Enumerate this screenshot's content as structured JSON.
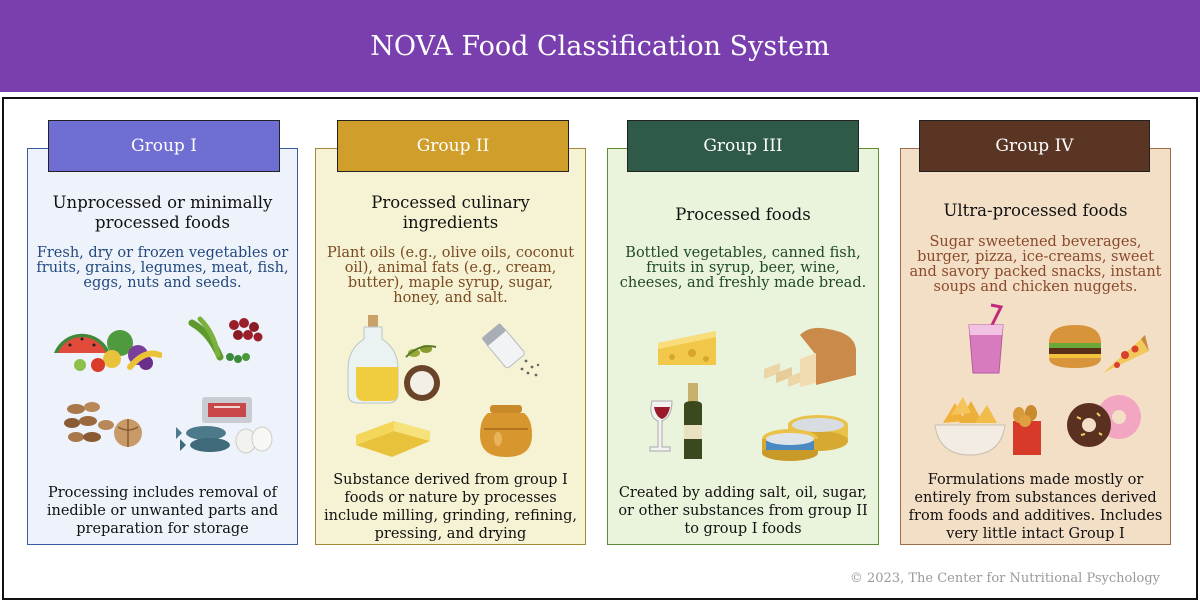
{
  "title": "NOVA Food Classification System",
  "copyright": "© 2023, The Center for Nutritional Psychology",
  "groups": [
    {
      "label": "Group I",
      "heading": "Unprocessed or minimally processed foods",
      "examples": "Fresh, dry or frozen vegetables or fruits, grains, legumes, meat, fish, eggs, nuts and seeds.",
      "note": "Processing includes removal of inedible or unwanted parts and preparation for storage",
      "colors": {
        "tab": "#6f6ed3",
        "bg": "#eef3fb",
        "border": "#3b5ca0",
        "text": "#23497e"
      },
      "icons": [
        "fruits-vegetables-icon",
        "legumes-beans-icon",
        "nuts-icon",
        "meat-fish-eggs-icon"
      ]
    },
    {
      "label": "Group II",
      "heading": "Processed culinary ingredients",
      "examples": "Plant oils (e.g., olive oils, coconut oil), animal fats (e.g., cream, butter), maple syrup, sugar, honey, and salt.",
      "note": "Substance derived from group I foods or nature by processes include milling, grinding, refining, pressing, and drying",
      "colors": {
        "tab": "#d09e2a",
        "bg": "#f5f3d3",
        "border": "#a08a3a",
        "text": "#7a4a22"
      },
      "icons": [
        "olive-oil-coconut-icon",
        "salt-shaker-icon",
        "butter-icon",
        "honey-pot-icon"
      ]
    },
    {
      "label": "Group III",
      "heading": "Processed foods",
      "examples": "Bottled vegetables, canned fish, fruits in syrup, beer, wine, cheeses, and freshly made bread.",
      "note": "Created by adding salt, oil, sugar, or other substances from group II to group I foods",
      "colors": {
        "tab": "#2e5a47",
        "bg": "#eaf3dc",
        "border": "#5a8a3a",
        "text": "#1f4a27"
      },
      "icons": [
        "cheese-icon",
        "bread-loaf-icon",
        "wine-bottle-icon",
        "canned-fish-icon"
      ]
    },
    {
      "label": "Group IV",
      "heading": "Ultra-processed foods",
      "examples": "Sugar sweetened beverages, burger, pizza, ice-creams, sweet and savory packed snacks, instant soups and chicken nuggets.",
      "note": "Formulations made mostly or entirely from substances derived from foods and additives. Includes very little intact Group I",
      "colors": {
        "tab": "#5a3524",
        "bg": "#f3dec6",
        "border": "#9c6e4a",
        "text": "#8a4a2c"
      },
      "icons": [
        "soda-drink-icon",
        "burger-pizza-icon",
        "chips-nuggets-icon",
        "donuts-icon"
      ]
    }
  ]
}
